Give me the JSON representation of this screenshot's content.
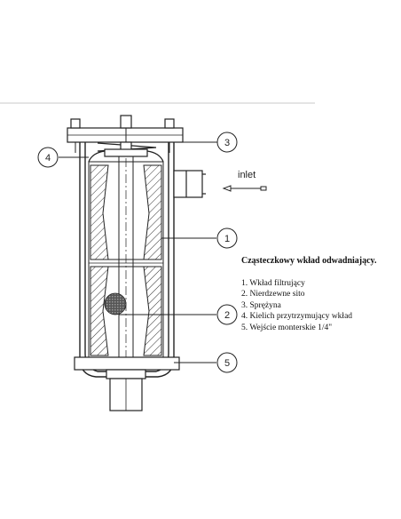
{
  "inlet_label": "inlet",
  "callouts": [
    "1",
    "2",
    "3",
    "4",
    "5"
  ],
  "legend": {
    "title": "Cząsteczkowy wkład odwadniający.",
    "items": [
      "1. Wkład filtrujący",
      "2. Nierdzewne sito",
      "3. Sprężyna",
      "4. Kielich przytrzymujący wkład",
      "5. Wejście monterskie 1/4\""
    ]
  }
}
